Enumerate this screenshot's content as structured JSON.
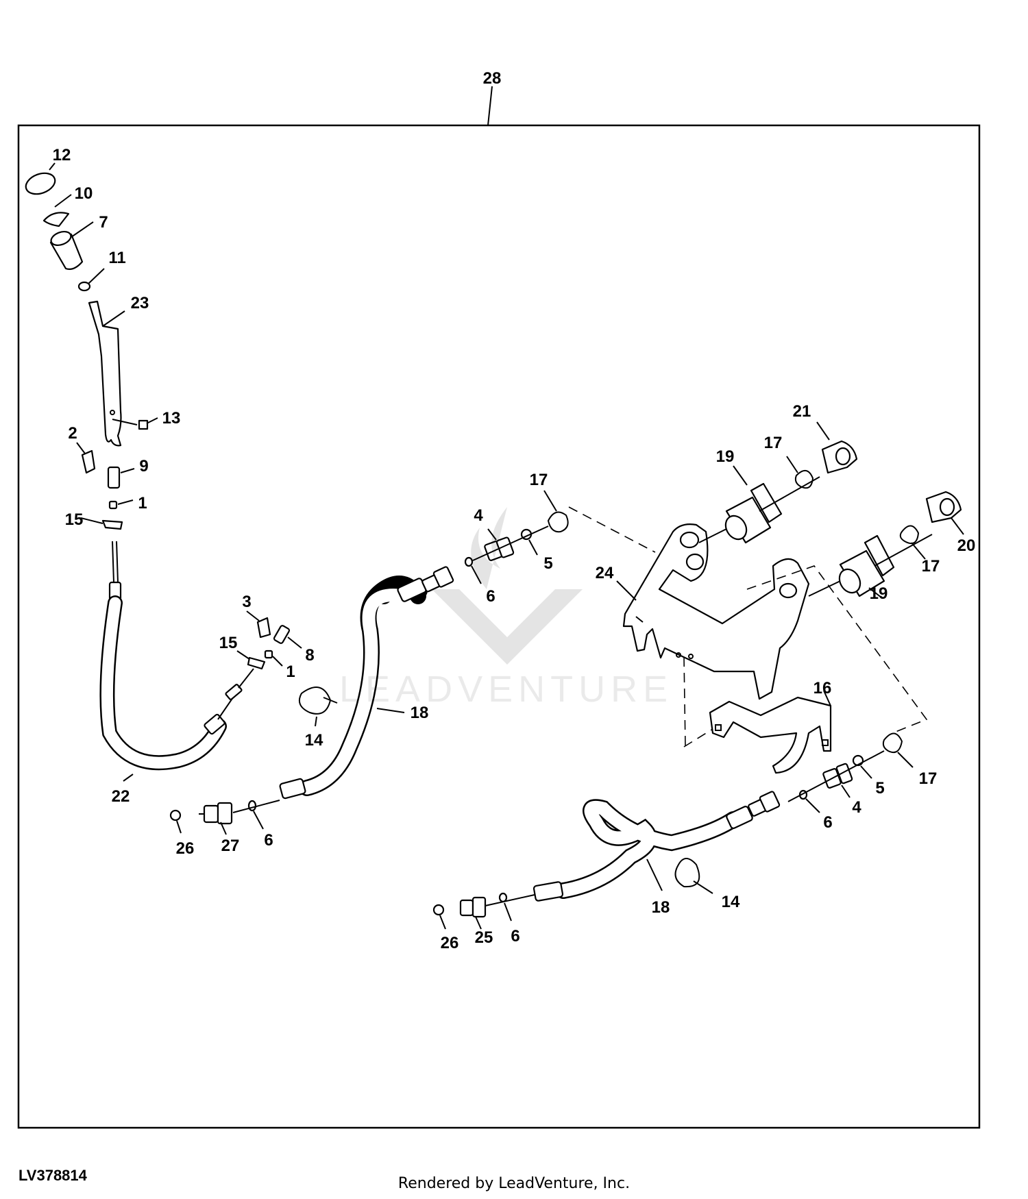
{
  "drawing_id": "LV378814",
  "render_credit": "Rendered by LeadVenture, Inc.",
  "watermark": "LEADVENTURE",
  "callouts": {
    "c28": "28",
    "c12": "12",
    "c10": "10",
    "c7": "7",
    "c11": "11",
    "c23": "23",
    "c13": "13",
    "c2": "2",
    "c9": "9",
    "c1a": "1",
    "c15a": "15",
    "c22": "22",
    "c3": "3",
    "c15b": "15",
    "c8": "8",
    "c1b": "1",
    "c14a": "14",
    "c26a": "26",
    "c27": "27",
    "c6a": "6",
    "c18a": "18",
    "c4a": "4",
    "c5a": "5",
    "c6b": "6",
    "c17a": "17",
    "c19a": "19",
    "c17b": "17",
    "c21": "21",
    "c24": "24",
    "c19b": "19",
    "c17c": "17",
    "c20": "20",
    "c16": "16",
    "c17d": "17",
    "c5b": "5",
    "c4b": "4",
    "c6c": "6",
    "c18b": "18",
    "c14b": "14",
    "c26b": "26",
    "c25": "25",
    "c6d": "6"
  }
}
